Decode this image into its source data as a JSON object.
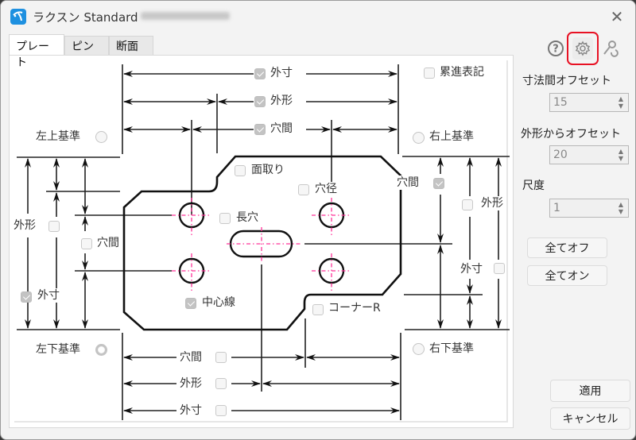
{
  "window": {
    "title": "ラクスン Standard",
    "close_label": "✕"
  },
  "tabs": [
    {
      "label": "プレート",
      "active": true
    },
    {
      "label": "ピン",
      "active": false
    },
    {
      "label": "断面",
      "active": false
    }
  ],
  "toolbar": {
    "help_icon": "question-circle",
    "settings_icon": "gear",
    "tool_icon": "wrench-refresh"
  },
  "diagram": {
    "top_dims": [
      {
        "label": "外寸",
        "checked": true
      },
      {
        "label": "外形",
        "checked": true
      },
      {
        "label": "穴間",
        "checked": true
      }
    ],
    "cumulative": {
      "label": "累進表記",
      "checked": false
    },
    "left_upper_ref": {
      "label": "左上基準",
      "selected": false
    },
    "right_upper_ref": {
      "label": "右上基準",
      "selected": false
    },
    "left_lower_ref": {
      "label": "左下基準",
      "selected": true
    },
    "right_lower_ref": {
      "label": "右下基準",
      "selected": false
    },
    "chamfer": {
      "label": "面取り",
      "checked": false
    },
    "hole_dia": {
      "label": "穴径",
      "checked": false
    },
    "slot": {
      "label": "長穴",
      "checked": false
    },
    "center_line": {
      "label": "中心線",
      "checked": true
    },
    "corner_r": {
      "label": "コーナーR",
      "checked": false
    },
    "left_dims": {
      "outer_shape": {
        "label": "外形",
        "checked": false
      },
      "hole_pitch": {
        "label": "穴間",
        "checked": false
      },
      "outer_size": {
        "label": "外寸",
        "checked": true
      }
    },
    "right_dims": {
      "hole_pitch": {
        "label": "穴間",
        "checked": true
      },
      "outer_shape": {
        "label": "外形",
        "checked": false
      },
      "outer_size": {
        "label": "外寸",
        "checked": false
      }
    },
    "bottom_dims": [
      {
        "label": "穴間",
        "checked": false
      },
      {
        "label": "外形",
        "checked": false
      },
      {
        "label": "外寸",
        "checked": false
      }
    ]
  },
  "settings": {
    "dim_offset": {
      "label": "寸法間オフセット",
      "value": "15"
    },
    "shape_offset": {
      "label": "外形からオフセット",
      "value": "20"
    },
    "scale": {
      "label": "尺度",
      "value": "1"
    }
  },
  "buttons": {
    "all_off": "全てオフ",
    "all_on": "全てオン",
    "apply": "適用",
    "cancel": "キャンセル"
  },
  "colors": {
    "highlight": "#e81123",
    "center_line": "#ff3399",
    "app_icon": "#1e90e0"
  }
}
